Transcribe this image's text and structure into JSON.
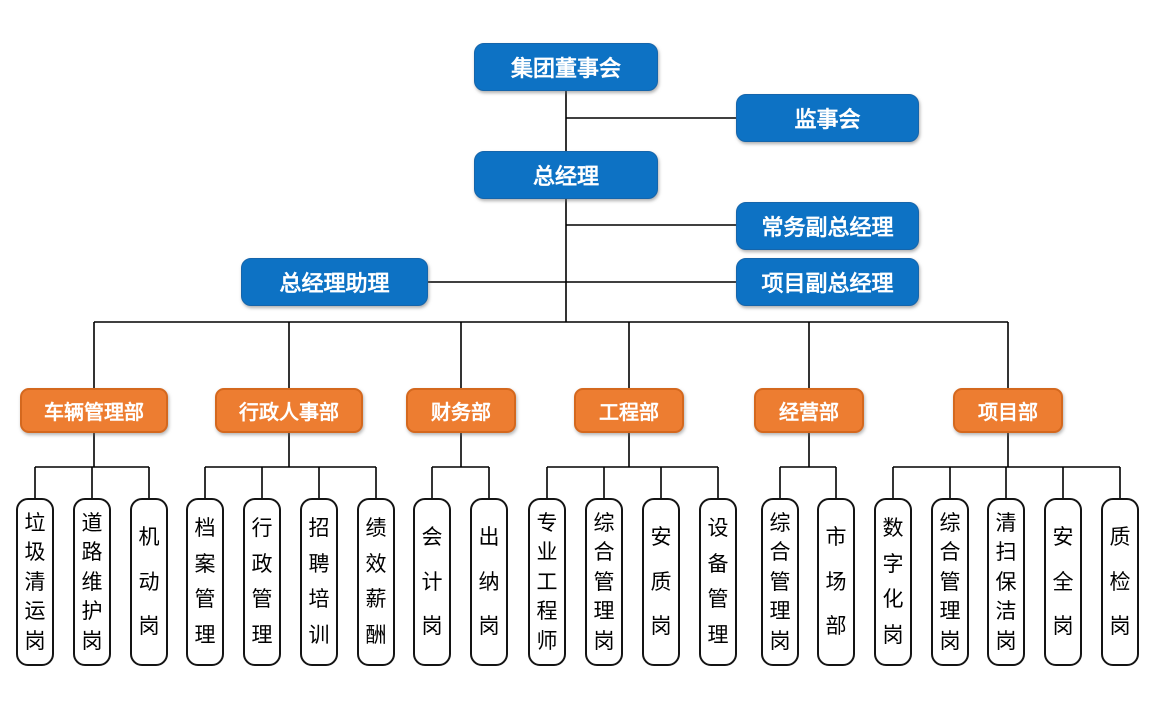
{
  "colors": {
    "node_blue": "#0d72c4",
    "dept_orange": "#ed7d31",
    "position_fill": "#ffffff",
    "line_black": "#000000"
  },
  "top_nodes": {
    "board": "集团董事会",
    "supervisory": "监事会",
    "general_manager": "总经理",
    "executive_deputy_gm": "常务副总经理",
    "project_deputy_gm": "项目副总经理",
    "gm_assistant": "总经理助理"
  },
  "departments": [
    {
      "label": "车辆管理部",
      "children": [
        "垃圾清运岗",
        "道路维护岗",
        "机动岗"
      ]
    },
    {
      "label": "行政人事部",
      "children": [
        "档案管理",
        "行政管理",
        "招聘培训",
        "绩效薪酬"
      ]
    },
    {
      "label": "财务部",
      "children": [
        "会计岗",
        "出纳岗"
      ]
    },
    {
      "label": "工程部",
      "children": [
        "专业工程师",
        "综合管理岗",
        "安质岗",
        "设备管理"
      ]
    },
    {
      "label": "经营部",
      "children": [
        "综合管理岗",
        "市场部"
      ]
    },
    {
      "label": "项目部",
      "children": [
        "数字化岗",
        "综合管理岗",
        "清扫保洁岗",
        "安全岗",
        "质检岗"
      ]
    }
  ]
}
